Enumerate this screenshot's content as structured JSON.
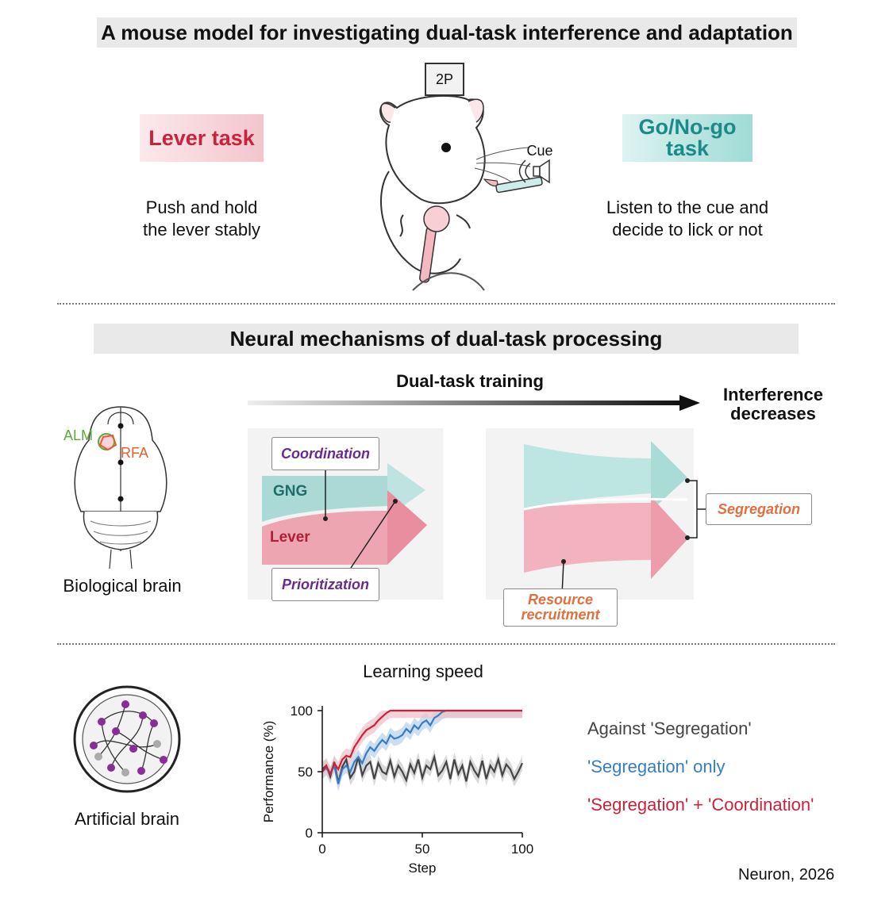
{
  "header": {
    "title": "A mouse model for investigating dual-task interference and adaptation"
  },
  "tasks": {
    "lever": {
      "title": "Lever task",
      "desc_line1": "Push and hold",
      "desc_line2": "the lever stably",
      "color": "#c8233a"
    },
    "gonogo": {
      "title_line1": "Go/No-go",
      "title_line2": "task",
      "desc_line1": "Listen to the cue and",
      "desc_line2": "decide to lick or not",
      "color": "#1c8a88"
    }
  },
  "mouse": {
    "microscope_label": "2P",
    "cue_label": "Cue"
  },
  "mechanisms": {
    "title": "Neural mechanisms of dual-task processing",
    "training_label": "Dual-task training",
    "outcome_line1": "Interference",
    "outcome_line2": "decreases",
    "brain": {
      "alm_label": "ALM",
      "rfa_label": "RFA",
      "caption": "Biological brain"
    },
    "stream_gng": "GNG",
    "stream_lever": "Lever",
    "labels": {
      "coordination": "Coordination",
      "prioritization": "Prioritization",
      "segregation": "Segregation",
      "resource_line1": "Resource",
      "resource_line2": "recruitment"
    }
  },
  "artificial": {
    "caption": "Artificial brain"
  },
  "chart_data": {
    "type": "line",
    "title": "Learning speed",
    "xlabel": "Step",
    "ylabel": "Performance (%)",
    "xlim": [
      0,
      100
    ],
    "ylim": [
      0,
      100
    ],
    "xticks": [
      0,
      50,
      100
    ],
    "yticks": [
      0,
      50,
      100
    ],
    "x": [
      0,
      2,
      4,
      6,
      8,
      10,
      12,
      14,
      16,
      18,
      20,
      22,
      24,
      26,
      28,
      30,
      32,
      34,
      36,
      38,
      40,
      42,
      44,
      46,
      48,
      50,
      52,
      54,
      56,
      58,
      60,
      62,
      64,
      66,
      68,
      70,
      72,
      74,
      76,
      78,
      80,
      82,
      84,
      86,
      88,
      90,
      92,
      94,
      96,
      98,
      100
    ],
    "series": [
      {
        "name": "Against 'Segregation'",
        "color": "#444444",
        "band": "#cccccc",
        "values": [
          52,
          55,
          46,
          58,
          41,
          54,
          60,
          45,
          50,
          62,
          47,
          55,
          58,
          44,
          57,
          50,
          48,
          59,
          46,
          55,
          50,
          43,
          56,
          49,
          60,
          45,
          55,
          52,
          62,
          47,
          51,
          58,
          44,
          60,
          48,
          55,
          42,
          58,
          51,
          46,
          59,
          44,
          55,
          50,
          60,
          47,
          56,
          52,
          44,
          50,
          57
        ]
      },
      {
        "name": "'Segregation' only",
        "color": "#3a7cc0",
        "band": "#b9d3ee",
        "values": [
          50,
          53,
          48,
          55,
          40,
          52,
          55,
          50,
          58,
          62,
          57,
          65,
          70,
          67,
          72,
          76,
          73,
          80,
          77,
          78,
          80,
          85,
          82,
          88,
          85,
          90,
          92,
          88,
          94,
          96,
          99,
          100,
          100,
          100,
          100,
          100,
          100,
          100,
          100,
          100,
          100,
          100,
          100,
          100,
          100,
          100,
          100,
          100,
          100,
          100,
          100
        ]
      },
      {
        "name": "'Segregation' + 'Coordination'",
        "color": "#c8233a",
        "band": "#f0c2c8",
        "values": [
          50,
          55,
          48,
          57,
          52,
          60,
          63,
          62,
          70,
          75,
          80,
          84,
          86,
          88,
          92,
          95,
          98,
          100,
          100,
          100,
          100,
          100,
          100,
          100,
          100,
          100,
          100,
          100,
          100,
          100,
          100,
          100,
          100,
          100,
          100,
          100,
          100,
          100,
          100,
          100,
          100,
          100,
          100,
          100,
          100,
          100,
          100,
          100,
          100,
          100,
          100
        ]
      }
    ]
  },
  "citation": "Neuron, 2026"
}
